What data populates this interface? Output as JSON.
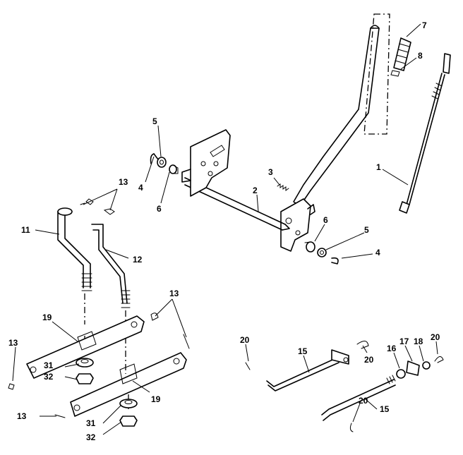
{
  "callouts": [
    {
      "id": "c1",
      "text": "1"
    },
    {
      "id": "c2",
      "text": "2"
    },
    {
      "id": "c3",
      "text": "3"
    },
    {
      "id": "c4a",
      "text": "4"
    },
    {
      "id": "c4b",
      "text": "4"
    },
    {
      "id": "c5a",
      "text": "5"
    },
    {
      "id": "c5b",
      "text": "5"
    },
    {
      "id": "c6a",
      "text": "6"
    },
    {
      "id": "c6b",
      "text": "6"
    },
    {
      "id": "c7",
      "text": "7"
    },
    {
      "id": "c8",
      "text": "8"
    },
    {
      "id": "c11",
      "text": "11"
    },
    {
      "id": "c12",
      "text": "12"
    },
    {
      "id": "c13a",
      "text": "13"
    },
    {
      "id": "c13b",
      "text": "13"
    },
    {
      "id": "c13c",
      "text": "13"
    },
    {
      "id": "c13d",
      "text": "13"
    },
    {
      "id": "c15a",
      "text": "15"
    },
    {
      "id": "c15b",
      "text": "15"
    },
    {
      "id": "c16",
      "text": "16"
    },
    {
      "id": "c17",
      "text": "17"
    },
    {
      "id": "c18",
      "text": "18"
    },
    {
      "id": "c19a",
      "text": "19"
    },
    {
      "id": "c19b",
      "text": "19"
    },
    {
      "id": "c20a",
      "text": "20"
    },
    {
      "id": "c20b",
      "text": "20"
    },
    {
      "id": "c20c",
      "text": "20"
    },
    {
      "id": "c20d",
      "text": "20"
    },
    {
      "id": "c31a",
      "text": "31"
    },
    {
      "id": "c31b",
      "text": "31"
    },
    {
      "id": "c32a",
      "text": "32"
    },
    {
      "id": "c32b",
      "text": "32"
    }
  ]
}
